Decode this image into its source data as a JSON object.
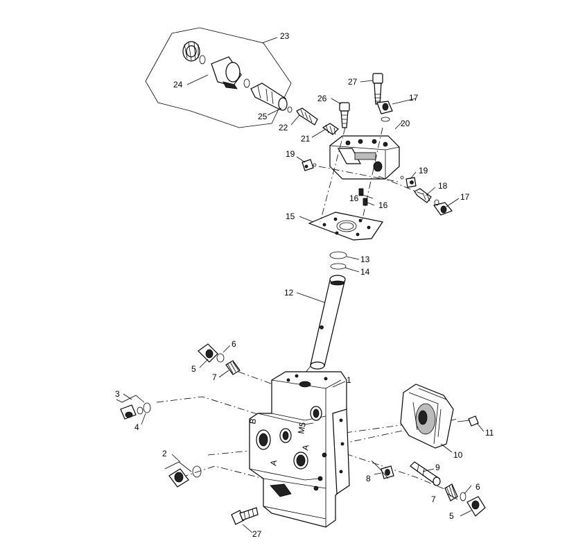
{
  "labels": {
    "l1": "1",
    "l2": "2",
    "l3": "3",
    "l4": "4",
    "l5a": "5",
    "l5b": "5",
    "l6a": "6",
    "l6b": "6",
    "l7a": "7",
    "l7b": "7",
    "l8": "8",
    "l9": "9",
    "l10": "10",
    "l11": "11",
    "l12": "12",
    "l13": "13",
    "l14": "14",
    "l15": "15",
    "l16a": "16",
    "l16b": "16",
    "l17a": "17",
    "l17b": "17",
    "l18": "18",
    "l19a": "19",
    "l19b": "19",
    "l20": "20",
    "l21": "21",
    "l22": "22",
    "l23": "23",
    "l24": "24",
    "l25": "25",
    "l26": "26",
    "l27a": "27",
    "l27b": "27"
  },
  "body_markings": {
    "port_b": "B",
    "port_a": "A",
    "port_m5": "M5",
    "port_a2": "A"
  }
}
